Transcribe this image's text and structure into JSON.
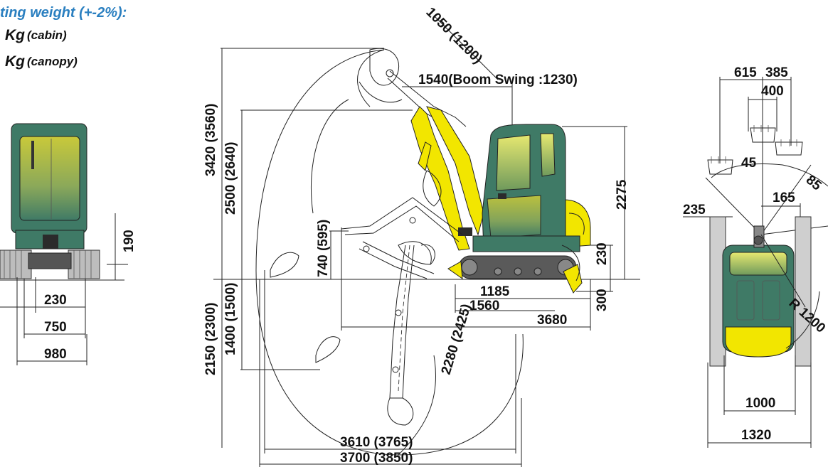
{
  "header": {
    "weight_title": "ting weight (+-2%):",
    "cabin_unit": "Kg",
    "cabin_label": "(cabin)",
    "canopy_unit": "Kg",
    "canopy_label": "(canopy)"
  },
  "front_view": {
    "height_190": "190",
    "width_230": "230",
    "width_750": "750",
    "width_980": "980"
  },
  "side_view": {
    "reach_1050": "1050 (1200)",
    "boom_swing": "1540(Boom Swing :1230)",
    "height_3420": "3420 (3560)",
    "height_2500": "2500 (2640)",
    "height_740": "740 (595)",
    "height_2275": "2275",
    "height_230": "230",
    "depth_300": "300",
    "depth_2150": "2150 (2300)",
    "depth_1400": "1400 (1500)",
    "depth_2280": "2280 (2425)",
    "len_1185": "1185",
    "len_1560": "1560",
    "len_3680": "3680",
    "len_3610": "3610 (3765)",
    "len_3700": "3700 (3850)"
  },
  "top_view": {
    "offset_615": "615",
    "offset_385": "385",
    "offset_400": "400",
    "angle_45": "45",
    "angle_85": "85",
    "dim_165": "165",
    "dim_235": "235",
    "radius_1200": "R 1200",
    "width_1000": "1000",
    "width_1320": "1320"
  },
  "colors": {
    "header_blue": "#2a7fc0",
    "cab_green": "#3f7a66",
    "machine_yellow": "#f2e600",
    "track_dark": "#2b2b2b"
  }
}
